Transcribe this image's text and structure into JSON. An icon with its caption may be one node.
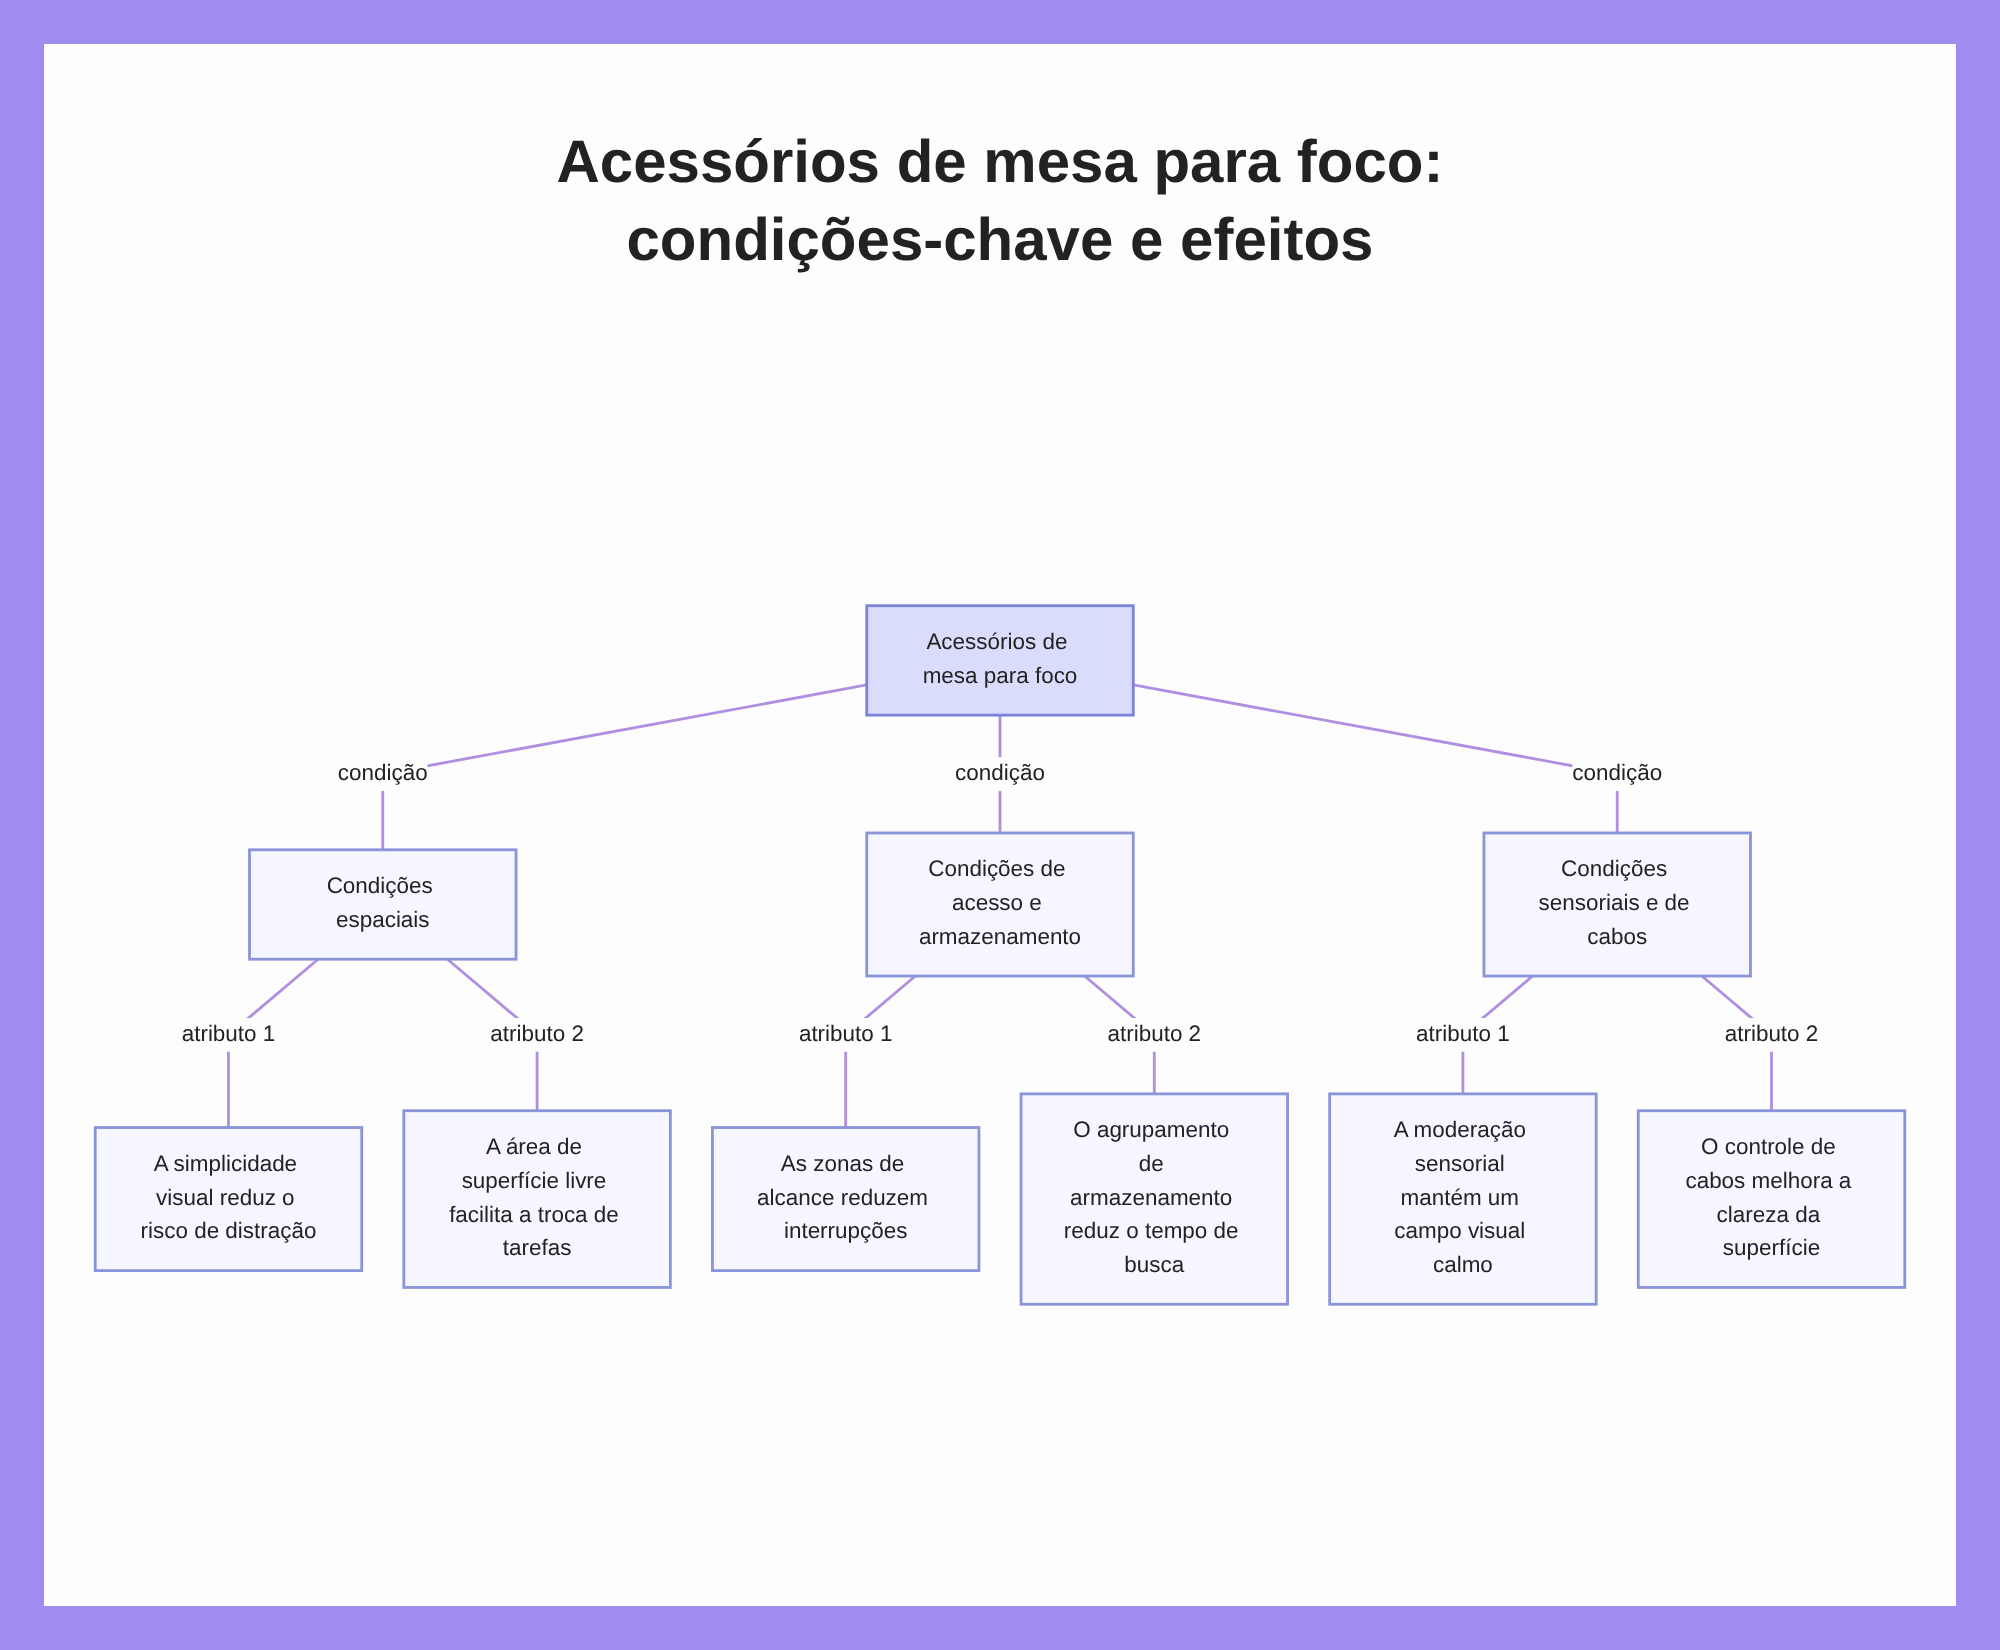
{
  "diagram": {
    "title": "Acessórios de mesa para foco: condições-chave e efeitos",
    "nodes": [
      {
        "text": [
          "Acessórios de mesa para foco"
        ]
      },
      {
        "text": [
          "Condições espaciais"
        ]
      },
      {
        "text": [
          "Condições de acesso e armazenamento"
        ]
      },
      {
        "text": [
          "Condições sensoriais e de cabos"
        ]
      },
      {
        "text": [
          "A simplicidade visual reduz o risco de distração"
        ]
      },
      {
        "text": [
          "A área de superfície livre facilita a troca de tarefas"
        ]
      },
      {
        "text": [
          "As zonas de alcance reduzem interrupções"
        ]
      },
      {
        "text": [
          "O agrupamento de armazenamento reduz o tempo de busca"
        ]
      },
      {
        "text": [
          "A moderação sensorial mantém um campo visual calmo"
        ]
      },
      {
        "text": [
          "O controle de cabos melhora a clareza da superfície"
        ]
      }
    ],
    "edges": [
      {
        "from": 0,
        "to": 1,
        "arrow": "none",
        "label": "condição"
      },
      {
        "from": 0,
        "to": 2,
        "arrow": "none",
        "label": "condição"
      },
      {
        "from": 0,
        "to": 3,
        "arrow": "none",
        "label": "condição"
      },
      {
        "from": 1,
        "to": 4,
        "arrow": "none",
        "label": "atributo 1"
      },
      {
        "from": 1,
        "to": 5,
        "arrow": "none",
        "label": "atributo 2"
      },
      {
        "from": 2,
        "to": 6,
        "arrow": "none",
        "label": "atributo 1"
      },
      {
        "from": 2,
        "to": 7,
        "arrow": "none",
        "label": "atributo 2"
      },
      {
        "from": 3,
        "to": 8,
        "arrow": "none",
        "label": "atributo 1"
      },
      {
        "from": 3,
        "to": 9,
        "arrow": "none",
        "label": "atributo 2"
      }
    ]
  }
}
